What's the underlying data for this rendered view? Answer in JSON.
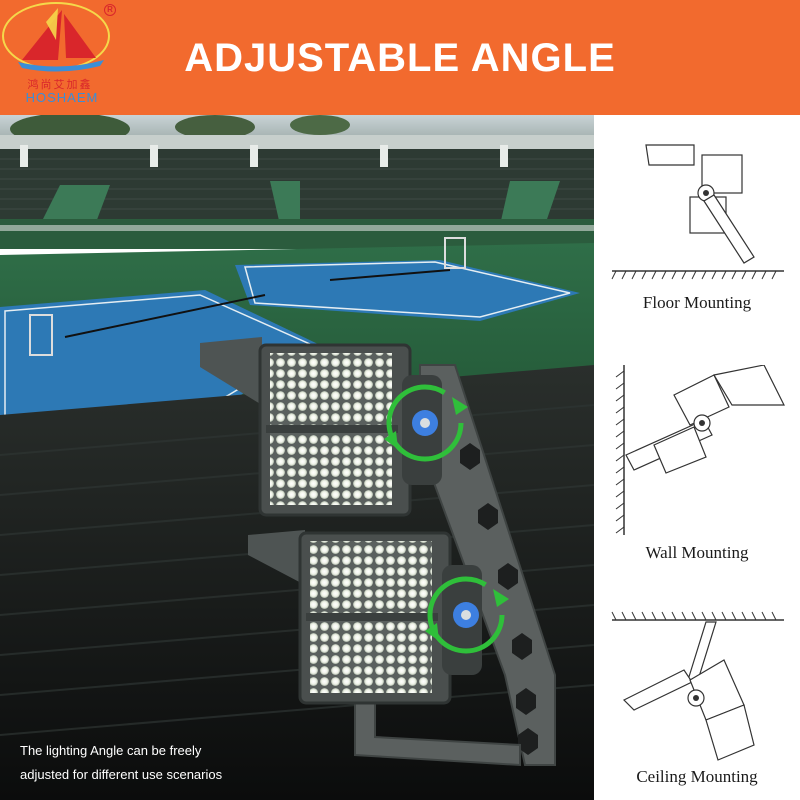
{
  "header": {
    "title": "ADJUSTABLE ANGLE",
    "background_color": "#f26a2e",
    "logo": {
      "chinese_text": "鸿尚艾加鑫",
      "brand_text": "HOSHAEM",
      "registered_mark": "R",
      "brand_color": "#3b8ed6",
      "accent_color": "#d9262b"
    }
  },
  "photo": {
    "caption_line1": "The lighting Angle can be freely",
    "caption_line2": "adjusted for different use scenarios",
    "rotation_arrow_color": "#2fbf3a",
    "pivot_knob_color": "#3d7fe0"
  },
  "mounting_options": [
    {
      "label": "Floor Mounting",
      "icon": "floor-mount-diagram"
    },
    {
      "label": "Wall Mounting",
      "icon": "wall-mount-diagram"
    },
    {
      "label": "Ceiling Mounting",
      "icon": "ceiling-mount-diagram"
    }
  ]
}
